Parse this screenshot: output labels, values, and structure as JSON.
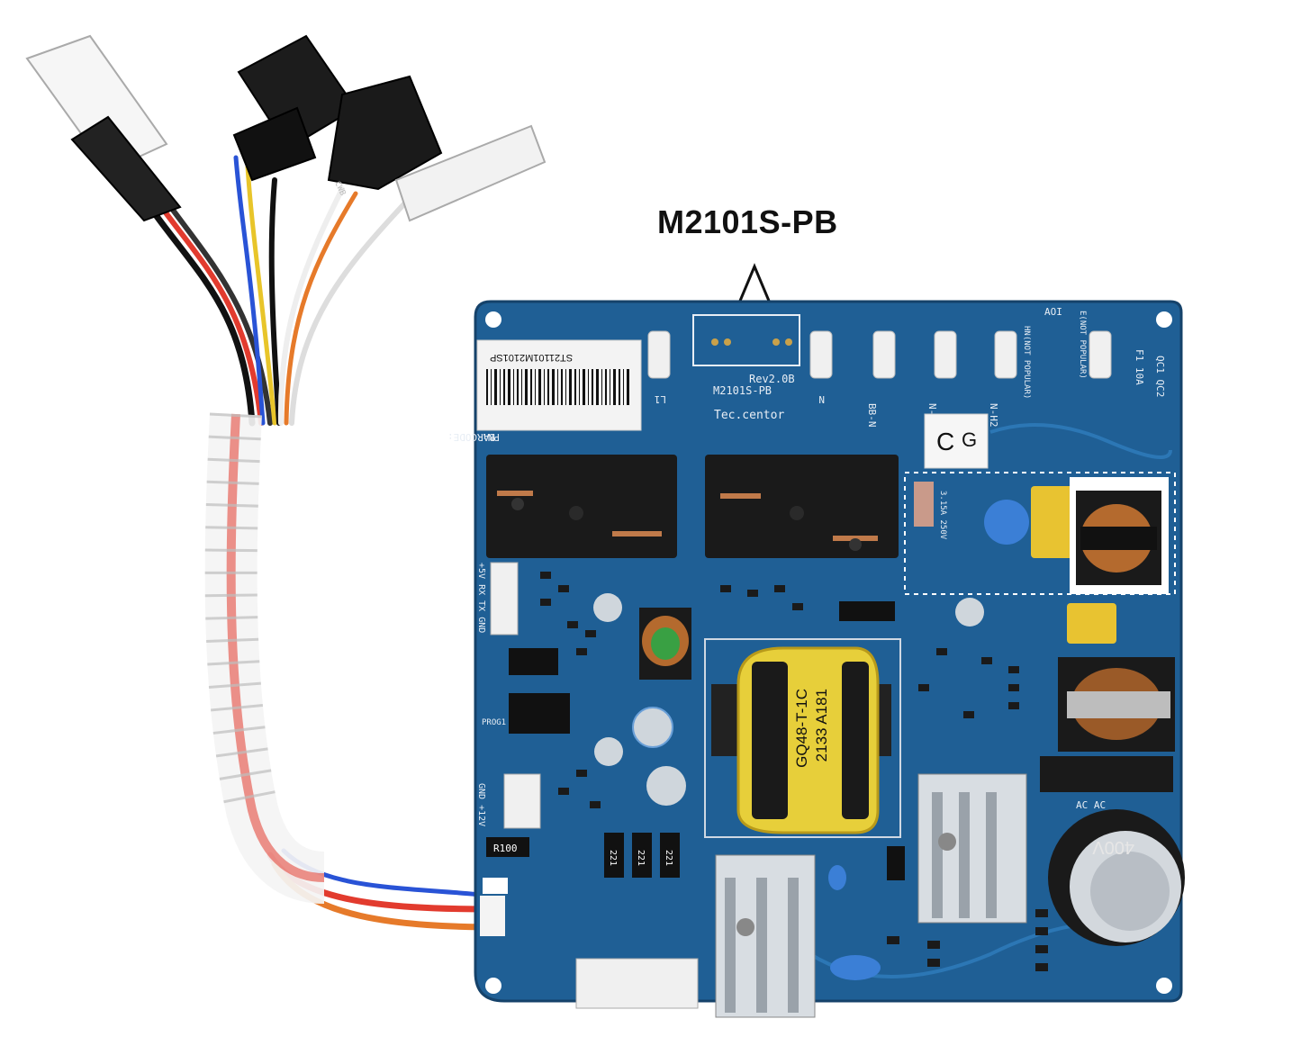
{
  "callout": {
    "label": "M2101S-PB"
  },
  "board": {
    "model_silk": "M2101S-PB",
    "rev_silk": "Rev2.0B",
    "brand_silk": "Tec.centor",
    "barcode_sticker": "ST21101M2101SP",
    "barcode_label": "BARCODE:",
    "pn_label": "PN:",
    "transformer_line1": "GQ48-T-1C",
    "transformer_line2": "2133 A181",
    "relay_left_silk": "L1",
    "relay_right_silk": "N",
    "terminal_labels": [
      "BB-N",
      "N-H",
      "N-H2"
    ],
    "not_popular_1": "HN(NOT POPULAR)",
    "not_popular_2": "E(NOT POPULAR)",
    "fuse_silk": "F1 10A",
    "fuse_rating": "3.15A 250V",
    "cap_silk": "400V",
    "resistor_r100": "R100",
    "resistor_221": [
      "221",
      "221",
      "221"
    ],
    "connector_uart": "+5V RX TX GND",
    "connector_12v": "GND +12V",
    "prog_label": "PROG1",
    "aoi_label": "AOI",
    "qc_label": "QC1 QC2",
    "ac_label": "AC AC",
    "marker_c": "C",
    "marker_g": "G"
  },
  "colors": {
    "pcb": "#1f5f95",
    "pcb_dark": "#17466f",
    "silk": "#e8eef5",
    "callout_text": "#111111"
  }
}
